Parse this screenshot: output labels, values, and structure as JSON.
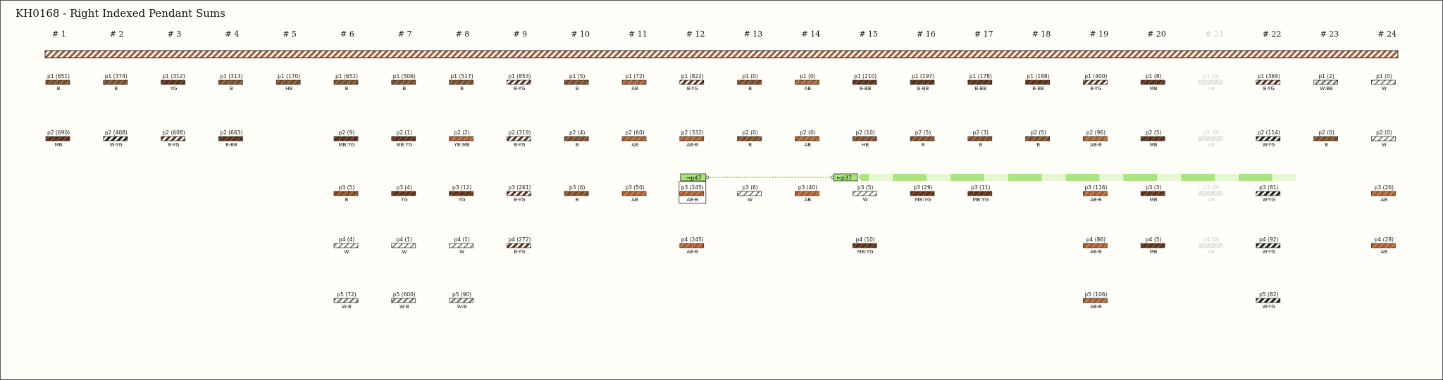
{
  "title": "KH0168 - Right Indexed Pendant Sums",
  "colors": {
    "background": "#fffef8",
    "brown": "#a85a32",
    "dark_brown": "#5a2e18",
    "mid_brown": "#7a4a2a",
    "yellow_green": "#a6e37a",
    "pale_green": "#e6f7d6",
    "faded": "#d9d9d9",
    "text": "#111111"
  },
  "cords": [
    {
      "label": "# 1",
      "pendants": [
        {
          "id": "p1",
          "sum": "651",
          "color": "B"
        },
        {
          "id": "p2",
          "sum": "690",
          "color": "MB"
        }
      ]
    },
    {
      "label": "# 2",
      "pendants": [
        {
          "id": "p1",
          "sum": "374",
          "color": "B"
        },
        {
          "id": "p2",
          "sum": "408",
          "color": "W-YG"
        }
      ]
    },
    {
      "label": "# 3",
      "pendants": [
        {
          "id": "p1",
          "sum": "312",
          "color": "YG"
        },
        {
          "id": "p2",
          "sum": "608",
          "color": "B-YG"
        }
      ]
    },
    {
      "label": "# 4",
      "pendants": [
        {
          "id": "p1",
          "sum": "313",
          "color": "B"
        },
        {
          "id": "p2",
          "sum": "663",
          "color": "B-BB"
        }
      ]
    },
    {
      "label": "# 5",
      "pendants": [
        {
          "id": "p1",
          "sum": "170",
          "color": "HB"
        }
      ]
    },
    {
      "label": "# 6",
      "pendants": [
        {
          "id": "p1",
          "sum": "652",
          "color": "B"
        },
        {
          "id": "p2",
          "sum": "9",
          "color": "MB:YG"
        },
        {
          "id": "p3",
          "sum": "5",
          "color": "B"
        },
        {
          "id": "p4",
          "sum": "4",
          "color": "W"
        },
        {
          "id": "p5",
          "sum": "72",
          "color": "W:B"
        }
      ]
    },
    {
      "label": "# 7",
      "pendants": [
        {
          "id": "p1",
          "sum": "506",
          "color": "B"
        },
        {
          "id": "p2",
          "sum": "1",
          "color": "MB:YG"
        },
        {
          "id": "p3",
          "sum": "4",
          "color": "YG"
        },
        {
          "id": "p4",
          "sum": "1",
          "color": "W"
        },
        {
          "id": "p5",
          "sum": "600",
          "color": "W:B"
        }
      ]
    },
    {
      "label": "# 8",
      "pendants": [
        {
          "id": "p1",
          "sum": "517",
          "color": "B"
        },
        {
          "id": "p2",
          "sum": "2",
          "color": "YB:MB"
        },
        {
          "id": "p3",
          "sum": "12",
          "color": "YG"
        },
        {
          "id": "p4",
          "sum": "1",
          "color": "W"
        },
        {
          "id": "p5",
          "sum": "90",
          "color": "W:B"
        }
      ]
    },
    {
      "label": "# 9",
      "pendants": [
        {
          "id": "p1",
          "sum": "853",
          "color": "B-YG"
        },
        {
          "id": "p2",
          "sum": "319",
          "color": "B-YG"
        },
        {
          "id": "p3",
          "sum": "261",
          "color": "B-YG"
        },
        {
          "id": "p4",
          "sum": "272",
          "color": "B-YG"
        }
      ]
    },
    {
      "label": "# 10",
      "pendants": [
        {
          "id": "p1",
          "sum": "5",
          "color": "B"
        },
        {
          "id": "p2",
          "sum": "4",
          "color": "B"
        },
        {
          "id": "p3",
          "sum": "6",
          "color": "B"
        }
      ]
    },
    {
      "label": "# 11",
      "pendants": [
        {
          "id": "p1",
          "sum": "72",
          "color": "AB"
        },
        {
          "id": "p2",
          "sum": "60",
          "color": "AB"
        },
        {
          "id": "p3",
          "sum": "50",
          "color": "AB"
        }
      ]
    },
    {
      "label": "# 12",
      "pendants": [
        {
          "id": "p1",
          "sum": "822",
          "color": "B-YG"
        },
        {
          "id": "p2",
          "sum": "332",
          "color": "AB-B"
        },
        {
          "id": "p3",
          "sum": "245",
          "color": "AB-B"
        },
        {
          "id": "p4",
          "sum": "245",
          "color": "AB-B"
        }
      ]
    },
    {
      "label": "# 13",
      "pendants": [
        {
          "id": "p1",
          "sum": "0",
          "color": "B"
        },
        {
          "id": "p2",
          "sum": "0",
          "color": "B"
        },
        {
          "id": "p3",
          "sum": "6",
          "color": "W"
        }
      ]
    },
    {
      "label": "# 14",
      "pendants": [
        {
          "id": "p1",
          "sum": "0",
          "color": "AB"
        },
        {
          "id": "p2",
          "sum": "0",
          "color": "AB"
        },
        {
          "id": "p3",
          "sum": "40",
          "color": "AB"
        }
      ]
    },
    {
      "label": "# 15",
      "pendants": [
        {
          "id": "p1",
          "sum": "210",
          "color": "B-BB"
        },
        {
          "id": "p2",
          "sum": "10",
          "color": "HB"
        },
        {
          "id": "p3",
          "sum": "5",
          "color": "W"
        },
        {
          "id": "p4",
          "sum": "10",
          "color": "MB:YG"
        }
      ]
    },
    {
      "label": "# 16",
      "pendants": [
        {
          "id": "p1",
          "sum": "197",
          "color": "B-BB"
        },
        {
          "id": "p2",
          "sum": "5",
          "color": "B"
        },
        {
          "id": "p3",
          "sum": "29",
          "color": "MB:YG"
        }
      ]
    },
    {
      "label": "# 17",
      "pendants": [
        {
          "id": "p1",
          "sum": "178",
          "color": "B-BB"
        },
        {
          "id": "p2",
          "sum": "3",
          "color": "B"
        },
        {
          "id": "p3",
          "sum": "11",
          "color": "MB:YG"
        }
      ]
    },
    {
      "label": "# 18",
      "pendants": [
        {
          "id": "p1",
          "sum": "188",
          "color": "B-BB"
        },
        {
          "id": "p2",
          "sum": "5",
          "color": "B"
        }
      ]
    },
    {
      "label": "# 19",
      "pendants": [
        {
          "id": "p1",
          "sum": "400",
          "color": "B-YG"
        },
        {
          "id": "p2",
          "sum": "96",
          "color": "AB-B"
        },
        {
          "id": "p3",
          "sum": "116",
          "color": "AB-B"
        },
        {
          "id": "p4",
          "sum": "86",
          "color": "AB-B"
        },
        {
          "id": "p5",
          "sum": "106",
          "color": "AB-B"
        }
      ]
    },
    {
      "label": "# 20",
      "pendants": [
        {
          "id": "p1",
          "sum": "8",
          "color": "MB"
        },
        {
          "id": "p2",
          "sum": "5",
          "color": "MB"
        },
        {
          "id": "p3",
          "sum": "3",
          "color": "MB"
        },
        {
          "id": "p4",
          "sum": "5",
          "color": "MB"
        }
      ]
    },
    {
      "label": "# 21",
      "faded": true,
      "pendants": [
        {
          "id": "p1",
          "sum": "0",
          "color": "AB"
        },
        {
          "id": "p2",
          "sum": "0",
          "color": "AB"
        },
        {
          "id": "p3",
          "sum": "0",
          "color": "AB"
        },
        {
          "id": "p4",
          "sum": "0",
          "color": "AB"
        }
      ]
    },
    {
      "label": "# 22",
      "pendants": [
        {
          "id": "p1",
          "sum": "369",
          "color": "B-YG"
        },
        {
          "id": "p2",
          "sum": "114",
          "color": "W-YG"
        },
        {
          "id": "p3",
          "sum": "81",
          "color": "W-YG"
        },
        {
          "id": "p4",
          "sum": "92",
          "color": "W-YG"
        },
        {
          "id": "p5",
          "sum": "82",
          "color": "W-YG"
        }
      ]
    },
    {
      "label": "# 23",
      "pendants": [
        {
          "id": "p1",
          "sum": "2",
          "color": "W:BB"
        },
        {
          "id": "p2",
          "sum": "0",
          "color": "B"
        }
      ]
    },
    {
      "label": "# 24",
      "pendants": [
        {
          "id": "p1",
          "sum": "0",
          "color": "W"
        },
        {
          "id": "p2",
          "sum": "0",
          "color": "W"
        },
        {
          "id": "p3",
          "sum": "26",
          "color": "AB"
        },
        {
          "id": "p4",
          "sum": "28",
          "color": "AB"
        }
      ]
    }
  ],
  "link": {
    "from_label": "→p47",
    "to_label": "←p37",
    "from_cord": "# 12",
    "to_cord": "# 15"
  }
}
